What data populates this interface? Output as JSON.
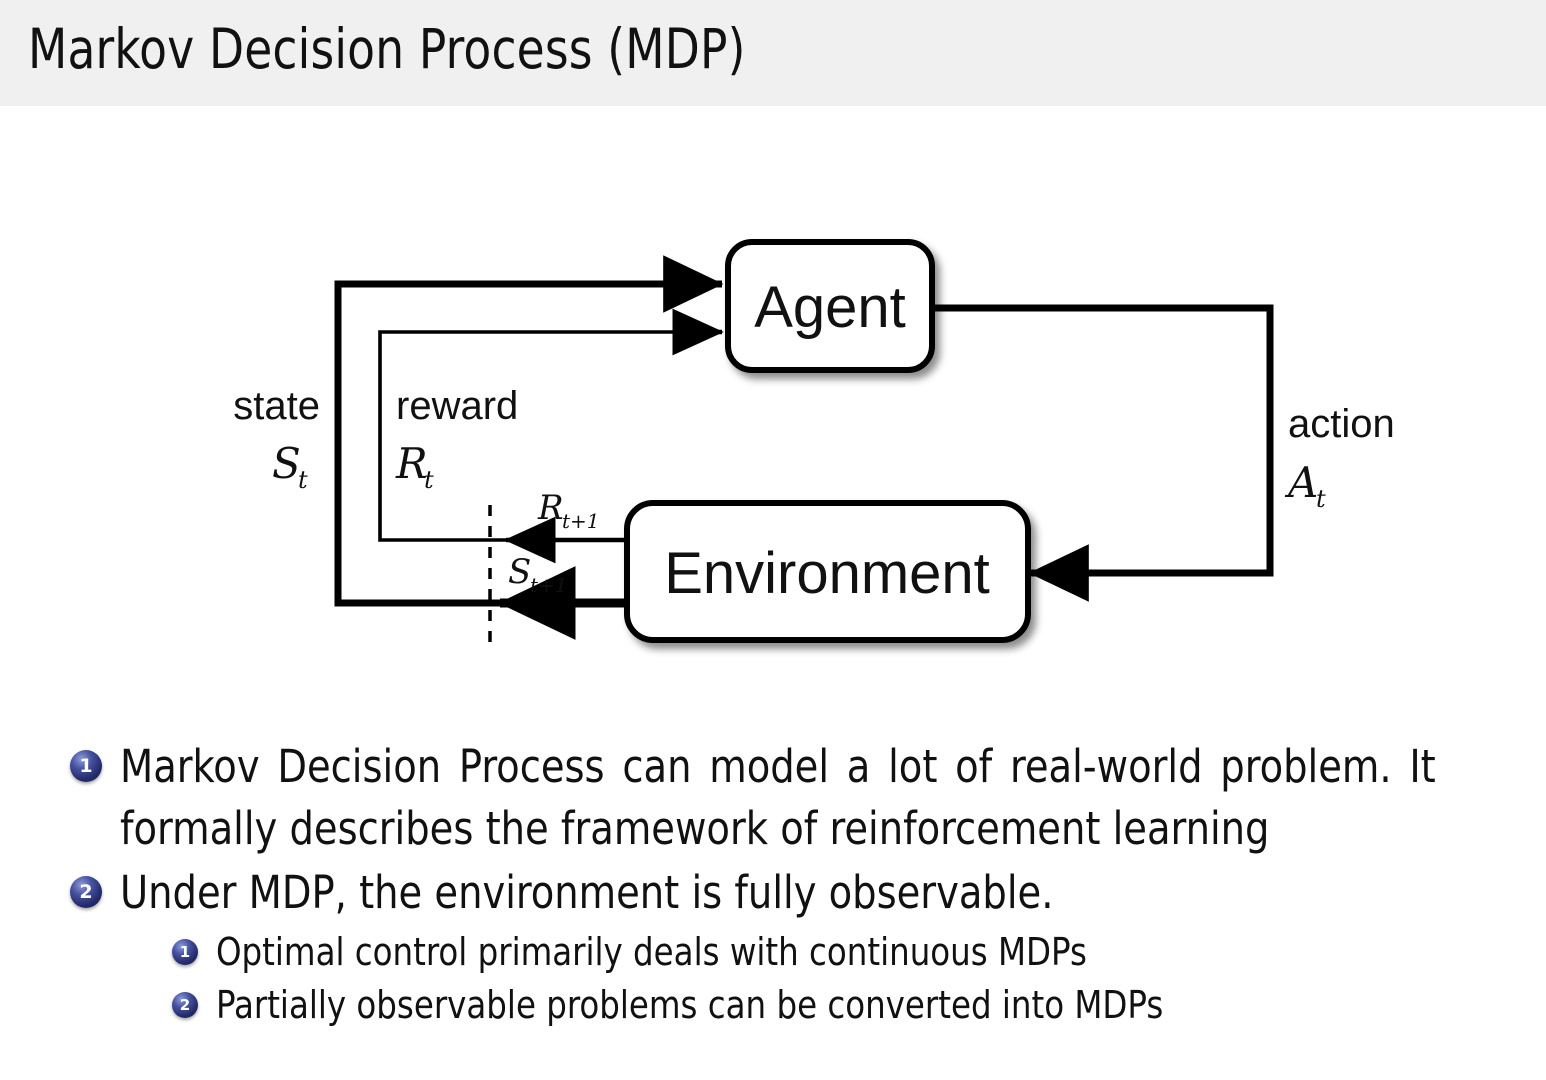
{
  "header": {
    "title": "Markov Decision Process (MDP)",
    "background_color": "#f0f0f0",
    "text_color": "#111111"
  },
  "diagram": {
    "name": "agent-environment-interaction-loop",
    "nodes": [
      {
        "id": "agent",
        "label": "Agent"
      },
      {
        "id": "environment",
        "label": "Environment"
      }
    ],
    "edge_labels": {
      "state_word": "state",
      "state_symbol": "S",
      "state_symbol_sub": "t",
      "reward_word": "reward",
      "reward_symbol": "R",
      "reward_symbol_sub": "t",
      "action_word": "action",
      "action_symbol": "A",
      "action_symbol_sub": "t",
      "reward_next_symbol": "R",
      "reward_next_sub": "t+1",
      "state_next_symbol": "S",
      "state_next_sub": "t+1"
    },
    "stroke_color": "#000000",
    "box_fill": "#ffffff"
  },
  "bullets": {
    "badge_color": "#232a6b",
    "badge_highlight": "#8e9cdc",
    "items": [
      {
        "number": "1",
        "level": 1,
        "text": "Markov Decision Process can model a lot of real-world problem. It formally describes the framework of reinforcement learning"
      },
      {
        "number": "2",
        "level": 1,
        "text": "Under MDP, the environment is fully observable."
      },
      {
        "number": "1",
        "level": 2,
        "text": "Optimal control primarily deals with continuous MDPs"
      },
      {
        "number": "2",
        "level": 2,
        "text": "Partially observable problems can be converted into MDPs"
      }
    ]
  }
}
